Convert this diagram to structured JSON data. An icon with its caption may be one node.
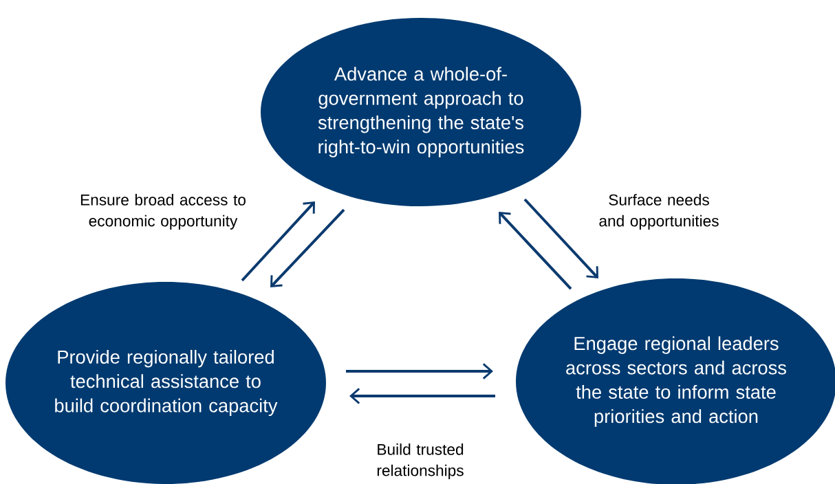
{
  "diagram": {
    "nodes": [
      {
        "text": [
          "Advance a whole-of-government approach to strengthening the state's right-to-win opportunities"
        ]
      },
      {
        "text": [
          "Provide regionally tailored technical assistance to build coordination capacity"
        ]
      },
      {
        "text": [
          "Engage regional leaders across sectors and across the state to inform state priorities and action"
        ]
      }
    ],
    "edges": [
      {
        "from": 1,
        "to": 0,
        "arrow": "to",
        "label": "Ensure broad access to economic opportunity"
      },
      {
        "from": 0,
        "to": 1,
        "arrow": "to"
      },
      {
        "from": 0,
        "to": 2,
        "arrow": "to",
        "label": "Surface needs and opportunities"
      },
      {
        "from": 2,
        "to": 0,
        "arrow": "to"
      },
      {
        "from": 1,
        "to": 2,
        "arrow": "to"
      },
      {
        "from": 2,
        "to": 1,
        "arrow": "to",
        "label": "Build trusted relationships"
      }
    ]
  }
}
